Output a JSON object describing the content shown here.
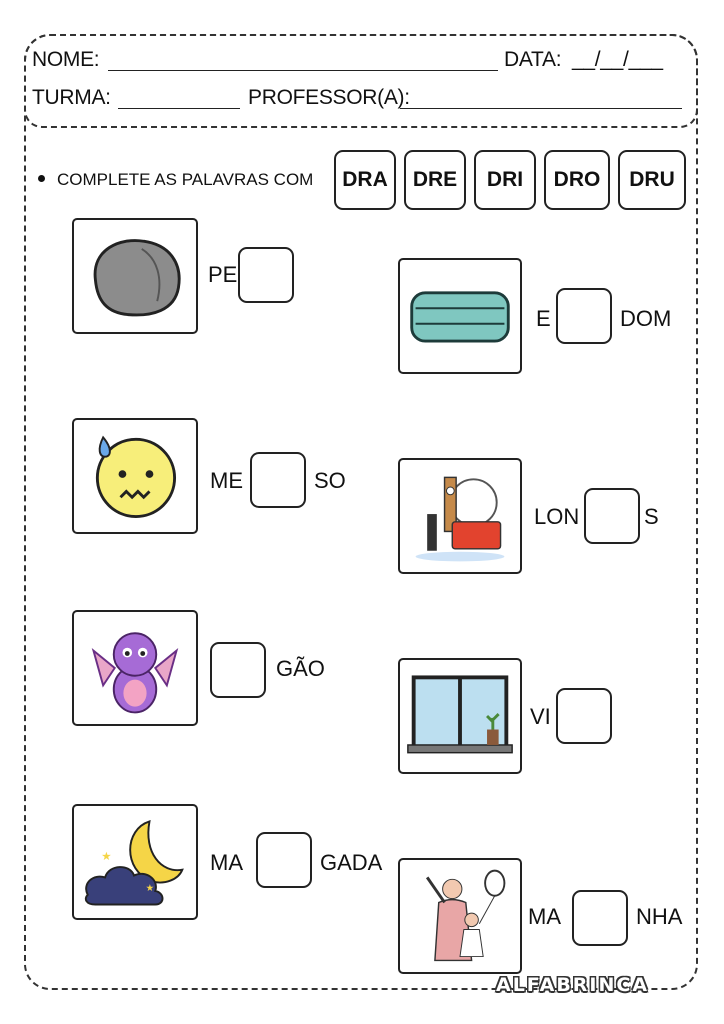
{
  "header": {
    "name_label": "NOME:",
    "date_label": "DATA:",
    "date_blank": "__/__/___",
    "class_label": "TURMA:",
    "teacher_label": "PROFESSOR(A):"
  },
  "instruction": "COMPLETE AS PALAVRAS COM",
  "syllables": [
    "DRA",
    "DRE",
    "DRI",
    "DRO",
    "DRU"
  ],
  "items": [
    {
      "icon": "stone-icon",
      "before": "PE",
      "after": ""
    },
    {
      "icon": "folded-blanket-icon",
      "before": "E",
      "after": "DOM"
    },
    {
      "icon": "worried-face-icon",
      "before": "ME",
      "after": "SO"
    },
    {
      "icon": "london-landmarks-icon",
      "before": "LON",
      "after": "S"
    },
    {
      "icon": "dragon-icon",
      "before": "",
      "after": "GÃO"
    },
    {
      "icon": "window-icon",
      "before": "VI",
      "after": ""
    },
    {
      "icon": "moon-cloud-icon",
      "before": "MA",
      "after": "GADA"
    },
    {
      "icon": "mother-child-icon",
      "before": "MA",
      "after": "NHA"
    }
  ],
  "brand": "ALFABRINCA",
  "colors": {
    "border": "#333333",
    "stone": "#8c8c8c",
    "blanket": "#7fc7c0",
    "face": "#f7ee7a",
    "dragon": "#a66bd6",
    "moon": "#f5d547",
    "cloud": "#39407a"
  }
}
